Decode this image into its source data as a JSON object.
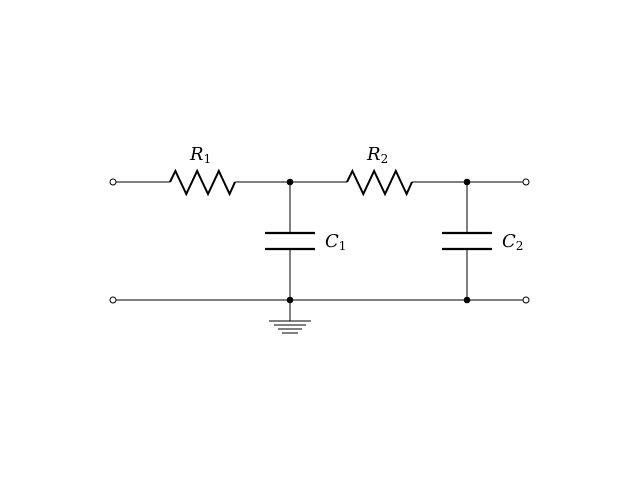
{
  "diagram": {
    "components": {
      "r1": {
        "symbol": "R",
        "index": "1"
      },
      "r2": {
        "symbol": "R",
        "index": "2"
      },
      "c1": {
        "symbol": "C",
        "index": "1"
      },
      "c2": {
        "symbol": "C",
        "index": "2"
      }
    }
  }
}
